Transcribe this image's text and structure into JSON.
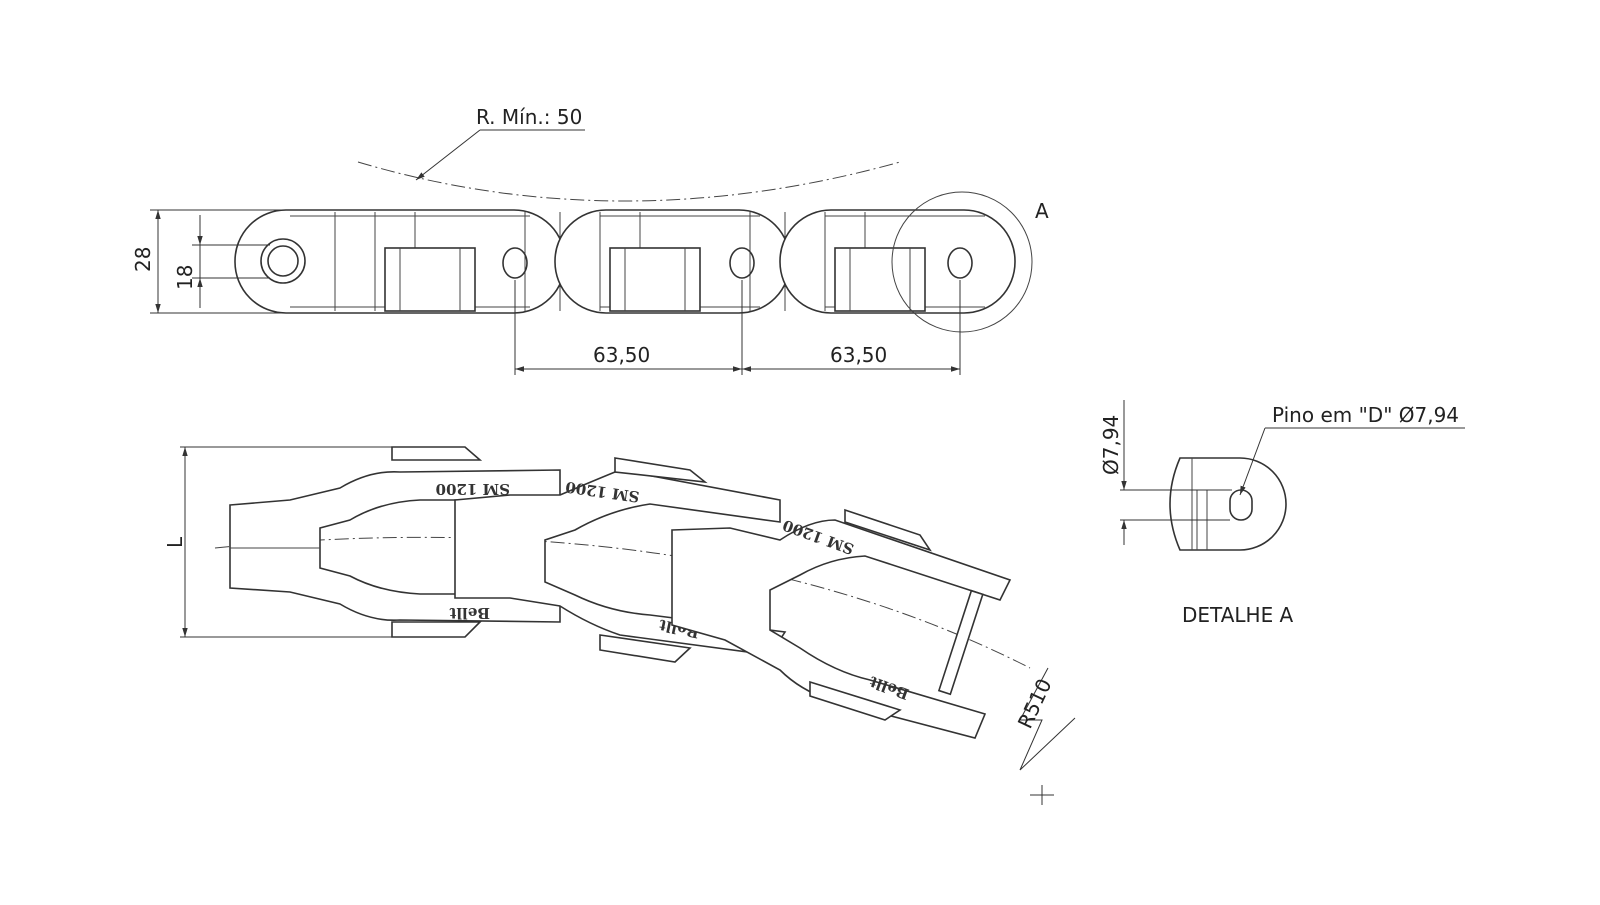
{
  "top_view": {
    "radius_label": "R. Mín.: 50",
    "height_outer": "28",
    "height_inner": "18",
    "pitch_1": "63,50",
    "pitch_2": "63,50",
    "detail_marker": "A"
  },
  "side_view": {
    "width_label": "L",
    "radius_label": "R510",
    "emboss_model": "SM 1200",
    "emboss_brand": "Bellt"
  },
  "detail": {
    "diameter_label": "Ø7,94",
    "pin_label": "Pino em \"D\" Ø7,94",
    "title": "DETALHE A"
  }
}
